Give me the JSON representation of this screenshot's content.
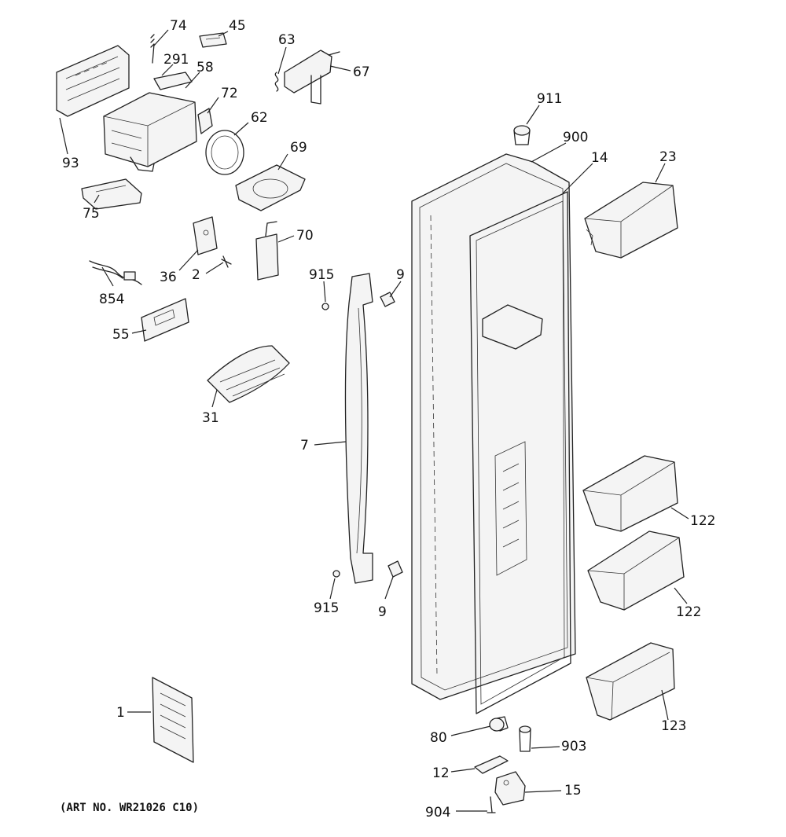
{
  "caption": "(ART NO. WR21026 C10)",
  "labels": {
    "l74": "74",
    "l45": "45",
    "l63": "63",
    "l291": "291",
    "l58": "58",
    "l67": "67",
    "l72": "72",
    "l62": "62",
    "l93": "93",
    "l69": "69",
    "l75": "75",
    "l70": "70",
    "l36": "36",
    "l2": "2",
    "l854": "854",
    "l55": "55",
    "l31": "31",
    "l915a": "915",
    "l9a": "9",
    "l7": "7",
    "l915b": "915",
    "l9b": "9",
    "l911": "911",
    "l900": "900",
    "l14": "14",
    "l23": "23",
    "l122a": "122",
    "l122b": "122",
    "l123": "123",
    "l1": "1",
    "l80": "80",
    "l903": "903",
    "l12": "12",
    "l15": "15",
    "l904": "904"
  }
}
